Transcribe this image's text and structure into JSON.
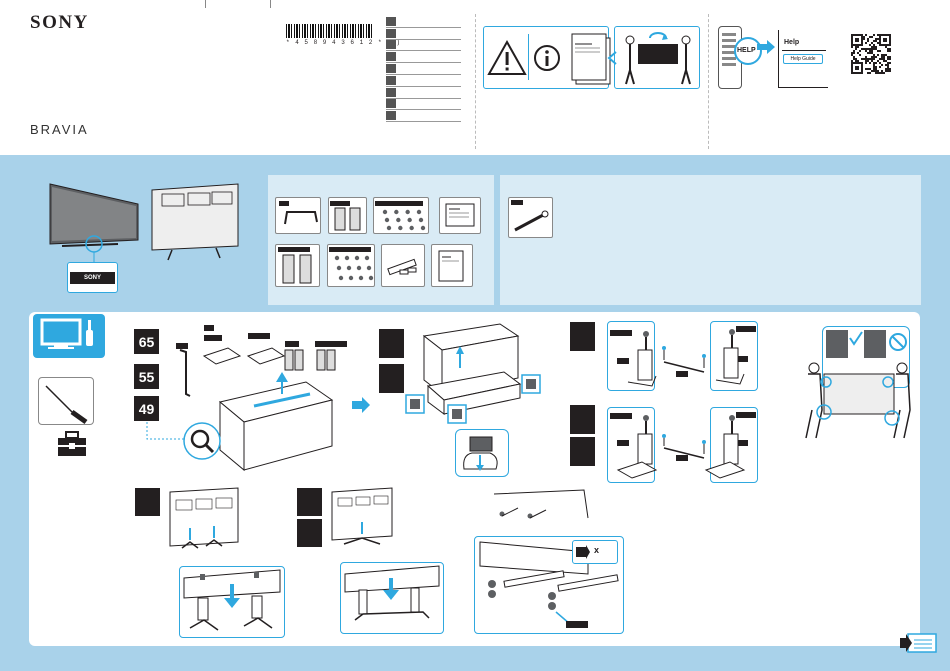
{
  "header": {
    "brand": "SONY",
    "model_line": "BRAVIA",
    "barcode_number": "* 4 5 8 9 4 3 6 1 2 *",
    "barcode_suffix": "(1)",
    "help_screen": {
      "title": "Help",
      "button": "Help Guide",
      "remote_key": "HELP"
    }
  },
  "sizes": [
    "65",
    "55",
    "49"
  ],
  "accessory_card_label": "SONY",
  "screws_note": "x",
  "colors": {
    "accent_blue": "#2fa8df",
    "band_blue": "#a9d2ea",
    "panel_light": "#d9ebf5",
    "ink": "#231f20"
  },
  "icons": [
    "warning-icon",
    "info-icon",
    "manual-icon",
    "lift-tv-icon",
    "remote-icon",
    "qr-code-icon",
    "magnifier-icon",
    "screwdriver-icon",
    "toolbox-icon",
    "check-icon",
    "prohibited-icon",
    "next-page-icon"
  ]
}
